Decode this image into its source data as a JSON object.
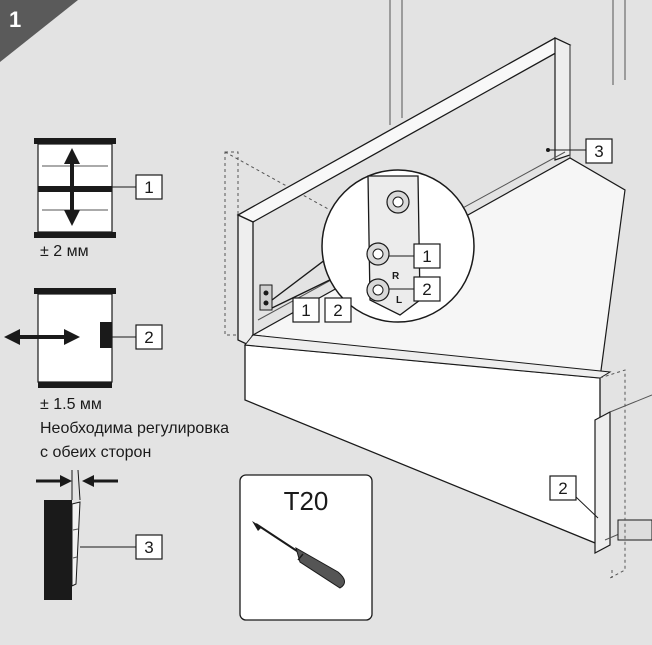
{
  "step": {
    "number": "1"
  },
  "adjustments": {
    "height": {
      "callout": "1",
      "tolerance": "± 2 мм"
    },
    "lateral": {
      "callout": "2",
      "tolerance": "± 1.5 мм"
    },
    "note": {
      "line1": "Необходима регулировка",
      "line2": "с обеих сторон"
    },
    "tilt": {
      "callout": "3"
    }
  },
  "tool": {
    "label": "T20",
    "icon": "screwdriver-icon"
  },
  "drawer_callouts": {
    "rear_screw": "3",
    "front_adjusters": [
      "1",
      "2"
    ],
    "zoom_height": "1",
    "zoom_lateral": "2",
    "zoom_letter_r": "R",
    "zoom_letter_l": "L",
    "side_runner": "2"
  },
  "colors": {
    "background": "#e3e3e3",
    "badge": "#5a5a5a",
    "line": "#1a1a1a",
    "panel": "#ffffff",
    "dark_part": "#222222"
  }
}
